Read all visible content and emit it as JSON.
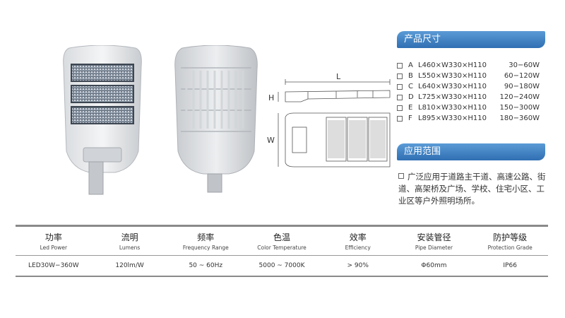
{
  "size_section": {
    "title": "产品尺寸",
    "rows": [
      {
        "letter": "A",
        "dims": "L460×W330×H110",
        "watt": "30−60W"
      },
      {
        "letter": "B",
        "dims": "L550×W330×H110",
        "watt": "60−120W"
      },
      {
        "letter": "C",
        "dims": "L640×W330×H110",
        "watt": "90−180W"
      },
      {
        "letter": "D",
        "dims": "L725×W330×H110",
        "watt": "120−240W"
      },
      {
        "letter": "E",
        "dims": "L810×W330×H110",
        "watt": "150−300W"
      },
      {
        "letter": "F",
        "dims": "L895×W330×H110",
        "watt": "180−360W"
      }
    ]
  },
  "application_section": {
    "title": "应用范围",
    "text": "广泛应用于道路主干道、高速公路、街道、高架桥及广场、学校、住宅小区、工业区等户外照明场所。"
  },
  "drawing_labels": {
    "length": "L",
    "height": "H",
    "width": "W"
  },
  "spec_table": {
    "headers": [
      {
        "zh": "功率",
        "en": "Led Power"
      },
      {
        "zh": "流明",
        "en": "Lumens"
      },
      {
        "zh": "频率",
        "en": "Frequency Range"
      },
      {
        "zh": "色温",
        "en": "Color Temperature"
      },
      {
        "zh": "效率",
        "en": "Efficiency"
      },
      {
        "zh": "安装管径",
        "en": "Pipe Diameter"
      },
      {
        "zh": "防护等级",
        "en": "Protection Grade"
      }
    ],
    "values": [
      "LED30W−360W",
      "120lm/W",
      "50 ~ 60Hz",
      "5000 ~ 7000K",
      "> 90%",
      "Φ60mm",
      "IP66"
    ]
  }
}
